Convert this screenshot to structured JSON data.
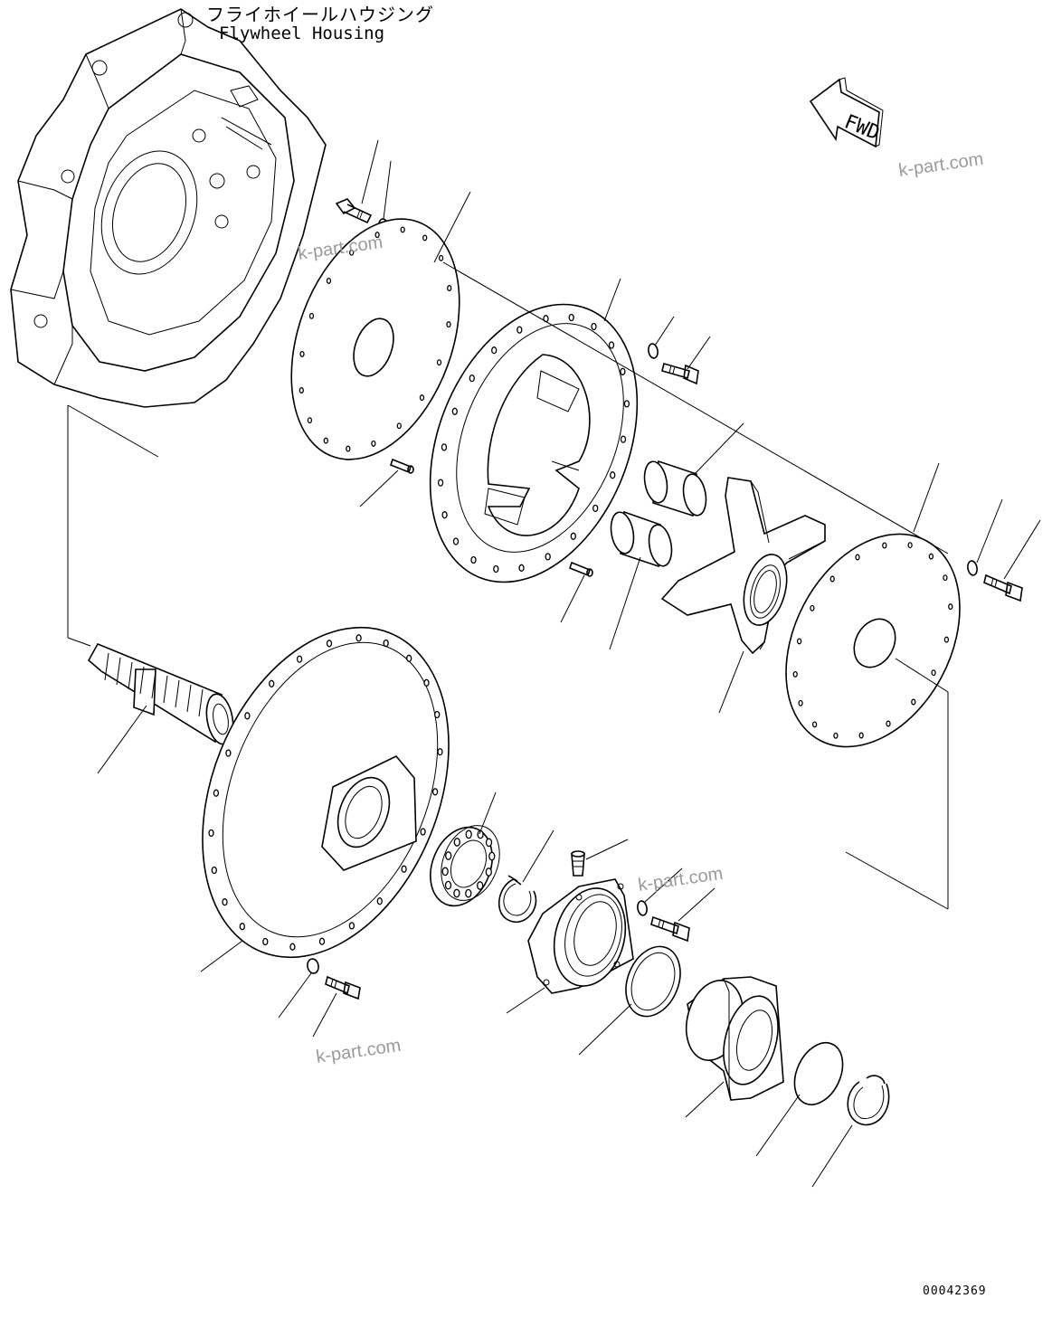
{
  "diagram": {
    "title_jp": "フライホイールハウジング",
    "title_en": "Flywheel Housing",
    "direction_label": "FWD",
    "drawing_number": "00042369",
    "watermark": "k-part.com"
  },
  "icons": {
    "direction": "arrow-left-icon"
  },
  "colors": {
    "line": "#000000",
    "watermark": "#9a9a9a",
    "background": "#ffffff"
  }
}
